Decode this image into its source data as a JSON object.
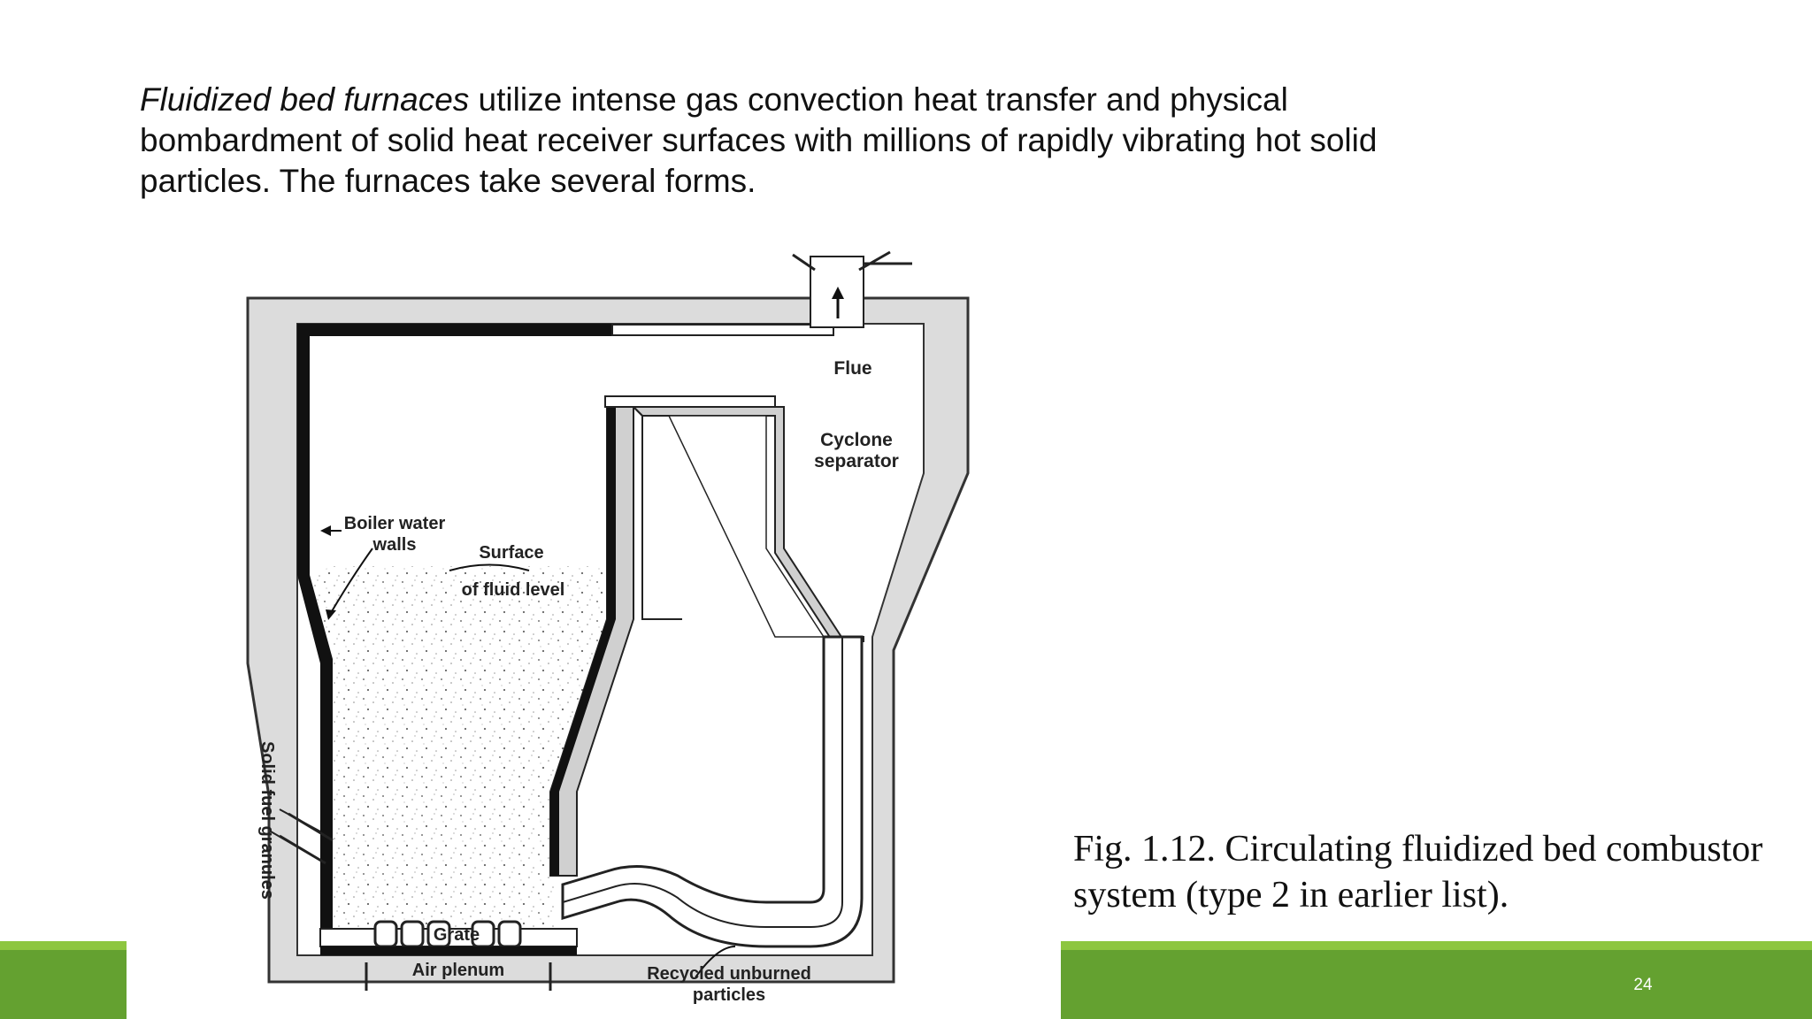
{
  "intro": {
    "lead": "Fluidized bed furnaces",
    "rest": " utilize intense gas convection heat transfer and physical bombardment of solid heat receiver surfaces with millions of rapidly vibrating hot solid particles. The furnaces take several forms."
  },
  "diagram": {
    "labels": {
      "flue": "Flue",
      "cyclone_1": "Cyclone",
      "cyclone_2": "separator",
      "boiler_1": "Boiler water",
      "boiler_2": "walls",
      "surface_1": "Surface",
      "surface_2": "of fluid level",
      "fuel": "Solid fuel granules",
      "grate": "Grate",
      "plenum": "Air plenum",
      "recycled_1": "Recycled unburned",
      "recycled_2": "particles"
    }
  },
  "caption": "Fig. 1.12. Circulating fluidized bed combustor system (type 2 in earlier list).",
  "footer": {
    "page_number": "24"
  },
  "colors": {
    "accent_dark": "#64a130",
    "accent_light": "#8dc63f",
    "refractory": "#d9d9d9"
  }
}
